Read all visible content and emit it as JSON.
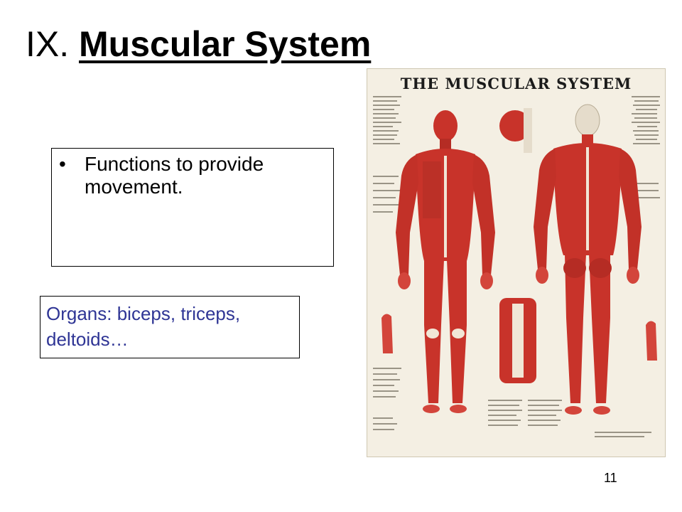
{
  "slide": {
    "title_prefix": "IX. ",
    "title_main": "Muscular System",
    "bullet_char": "•",
    "bullet_text": "Functions to provide movement.",
    "organs_text": "Organs: biceps, triceps, deltoids…",
    "page_number": "11"
  },
  "poster": {
    "heading": "THE MUSCULAR SYSTEM",
    "image_description": "Anatomical chart showing anterior and posterior views of the human muscular system with labeled detail insets"
  },
  "colors": {
    "organs_text": "#2f3595",
    "muscle": "#c8332a",
    "poster_bg": "#f4efe3"
  }
}
